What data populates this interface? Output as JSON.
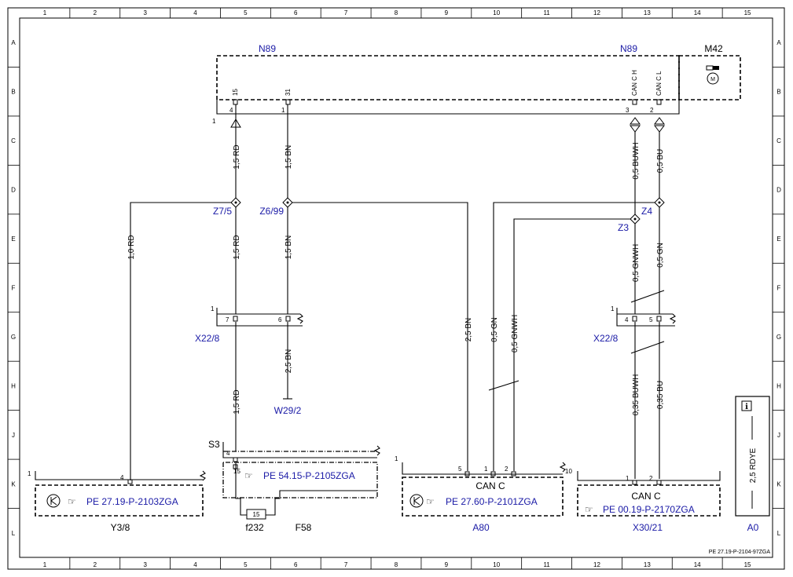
{
  "grid": {
    "columns": [
      "1",
      "2",
      "3",
      "4",
      "5",
      "6",
      "7",
      "8",
      "9",
      "10",
      "11",
      "12",
      "13",
      "14",
      "15"
    ],
    "rows": [
      "A",
      "B",
      "C",
      "D",
      "E",
      "F",
      "G",
      "H",
      "J",
      "K",
      "L"
    ]
  },
  "footer": {
    "reference": "PE 27.19-P-2104-97ZGA"
  },
  "components": {
    "n89_left": "N89",
    "n89_right": "N89",
    "m42": "M42",
    "z7_5": "Z7/5",
    "z6_99": "Z6/99",
    "z4": "Z4",
    "z3": "Z3",
    "x22_8_left": "X22/8",
    "x22_8_right": "X22/8",
    "w29_2": "W29/2",
    "s3": "S3",
    "f58": "F58",
    "f232": "f232",
    "y3_8": "Y3/8",
    "a80": "A80",
    "x30_21": "X30/21",
    "a0": "A0"
  },
  "pin_labels": {
    "n89_15": "15",
    "n89_31": "31",
    "n89_canh": "CAN C H",
    "n89_canl": "CAN C L",
    "n89_p4": "4",
    "n89_p1": "1",
    "n89_p3": "3",
    "n89_p2": "2",
    "n89_corner": "1",
    "x22l_7": "7",
    "x22l_6": "6",
    "x22l_corner": "1",
    "x22r_4": "4",
    "x22r_5": "5",
    "x22r_corner": "1",
    "s3_4": "4",
    "f58_15": "15",
    "fuse_15": "15",
    "y38_4": "4",
    "y38_corner": "1",
    "a80_5": "5",
    "a80_1": "1",
    "a80_2": "2",
    "a80_corner": "1",
    "a80_10": "10",
    "x3021_1": "1",
    "x3021_2": "2"
  },
  "wires": {
    "w_15rd_1": "1,5 RD",
    "w_15bn_1": "1,5 BN",
    "w_05buwh_1": "0,5 BUWH",
    "w_05bu_1": "0,5 BU",
    "w_10rd": "1,0 RD",
    "w_15rd_2": "1,5 RD",
    "w_15bn_2": "1,5 BN",
    "w_05gnwh_1": "0,5 GNWH",
    "w_05gn_1": "0,5 GN",
    "w_25bn": "2,5 BN",
    "w_05gn_2": "0,5 GN",
    "w_05gnwh_2": "0,5 GNWH",
    "w_25bn_w29": "2,5 BN",
    "w_15rd_3": "1,5 RD",
    "w_035buwh": "0,35 BUWH",
    "w_035bu": "0,35 BU",
    "w_25rdye": "2,5 RDYE"
  },
  "modules": {
    "y38_ref": "PE 27.19-P-2103ZGA",
    "f58_ref": "PE 54.15-P-2105ZGA",
    "a80_title": "CAN C",
    "a80_ref": "PE 27.60-P-2101ZGA",
    "x3021_title": "CAN C",
    "x3021_ref": "PE 00.19-P-2170ZGA"
  },
  "icons": {
    "hand": "☞",
    "info": "ℹ"
  },
  "colors": {
    "label_blue": "#1a1aa6",
    "line": "#000000"
  }
}
